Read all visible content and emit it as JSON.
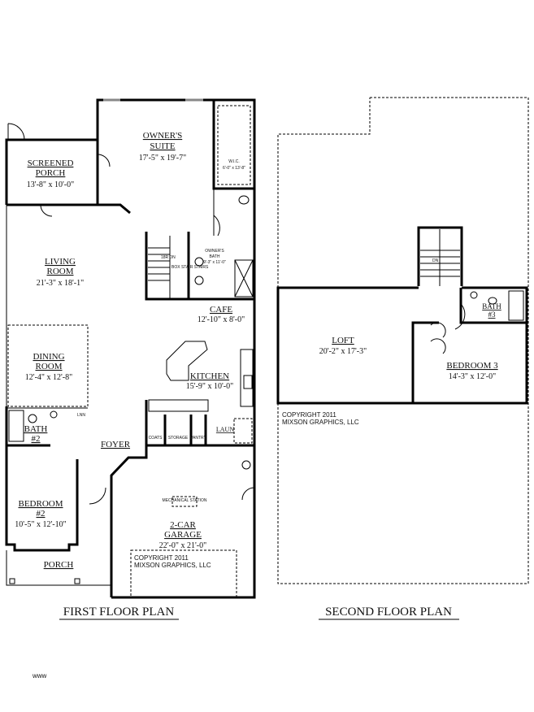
{
  "first_floor": {
    "title": "FIRST FLOOR PLAN",
    "rooms": {
      "owners_suite": {
        "name1": "OWNER'S",
        "name2": "SUITE",
        "dims": "17'-5\" x 19'-7\""
      },
      "wic": {
        "name": "W.I.C.",
        "dims": "6'-0\" x 13'-8\""
      },
      "screened_porch": {
        "name1": "SCREENED",
        "name2": "PORCH",
        "dims": "13'-8\" x 10'-0\""
      },
      "living_room": {
        "name1": "LIVING",
        "name2": "ROOM",
        "dims": "21'-3\" x 18'-1\""
      },
      "owners_bath": {
        "name1": "OWNER'S",
        "name2": "BATH",
        "dims": "9'-3\" x 11'-0\""
      },
      "cafe": {
        "name": "CAFE",
        "dims": "12'-10\" x 8'-0\""
      },
      "dining_room": {
        "name1": "DINING",
        "name2": "ROOM",
        "dims": "12'-4\" x 12'-8\""
      },
      "kitchen": {
        "name": "KITCHEN",
        "dims": "15'-9\" x 10'-0\""
      },
      "bath2": {
        "name1": "BATH",
        "name2": "#2"
      },
      "foyer": {
        "name": "FOYER"
      },
      "storage": {
        "name": "STORAGE"
      },
      "laun": {
        "name": "LAUN"
      },
      "coats": {
        "name": "COATS"
      },
      "pantry": {
        "name": "PANTRY"
      },
      "linen": {
        "name": "LNN"
      },
      "bedroom2": {
        "name1": "BEDROOM",
        "name2": "#2",
        "dims": "10'-5\" x 12'-10\""
      },
      "porch": {
        "name": "PORCH"
      },
      "garage": {
        "name1": "2-CAR",
        "name2": "GARAGE",
        "dims": "22'-0\" x 21'-0\""
      }
    },
    "stairs_label": "18R DN",
    "stair_note": "BOX STAIR STAIRS",
    "mechanical_label": "MECHANICAL STATION",
    "copyright1": "COPYRIGHT 2011",
    "copyright2": "MIXSON GRAPHICS, LLC"
  },
  "second_floor": {
    "title": "SECOND FLOOR PLAN",
    "rooms": {
      "loft": {
        "name": "LOFT",
        "dims": "20'-2\" x 17'-3\""
      },
      "bath3": {
        "name1": "BATH",
        "name2": "#3"
      },
      "bedroom3": {
        "name": "BEDROOM 3",
        "dims": "14'-3\" x 12'-0\""
      }
    },
    "stairs_label": "DN",
    "copyright1": "COPYRIGHT 2011",
    "copyright2": "MIXSON GRAPHICS, LLC"
  },
  "watermark": "www"
}
